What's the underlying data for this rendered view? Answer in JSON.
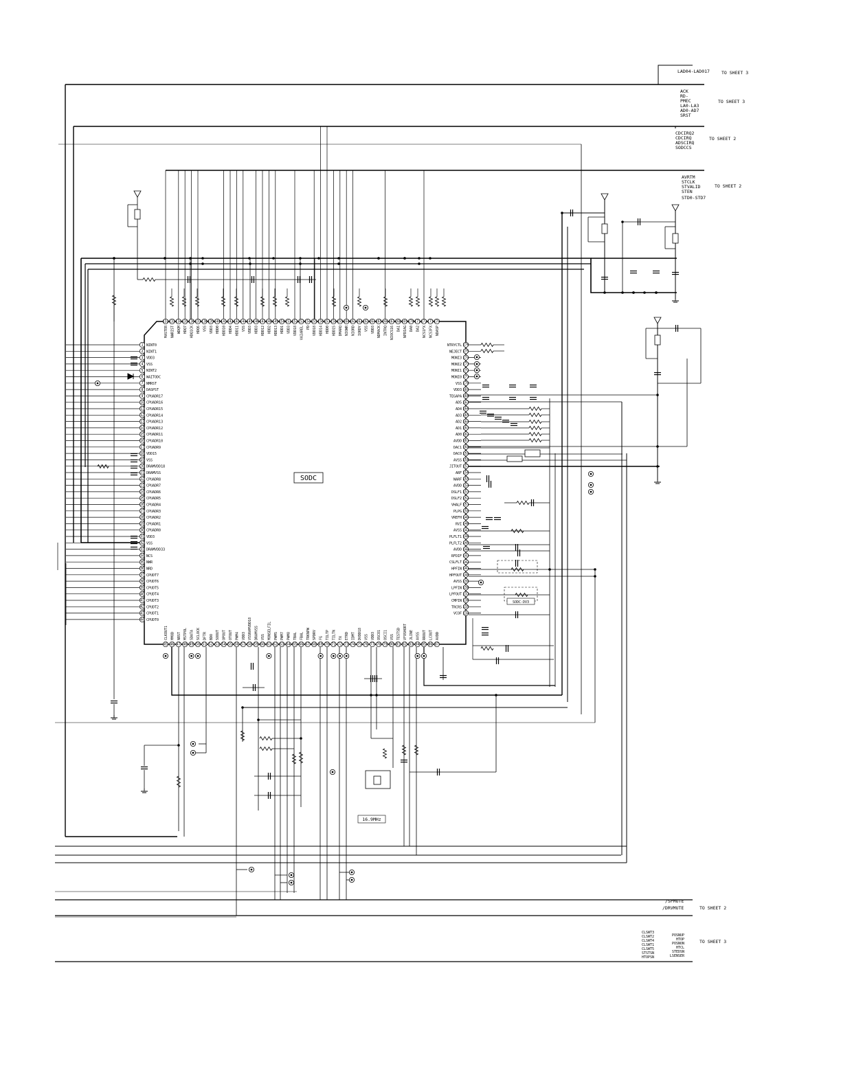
{
  "chip": {
    "label": "SODC",
    "left_pins": [
      "NINT0",
      "NINT1",
      "VDD3",
      "VSS",
      "NINT2",
      "WAITODC",
      "NMRST",
      "DASPST",
      "CPUADR17",
      "CPUADR16",
      "CPUADR15",
      "CPUADR14",
      "CPUADR13",
      "CPUADR12",
      "CPUADR11",
      "CPUADR10",
      "CPUADR9",
      "VDD15",
      "VSS",
      "DRAMVDD18",
      "DRAMVSS",
      "CPUADR8",
      "CPUADR7",
      "CPUADR6",
      "CPUADR5",
      "CPUADR4",
      "CPUADR3",
      "CPUADR2",
      "CPUADR1",
      "CPUADR0",
      "VDD3",
      "VSS",
      "DRAMVDD33",
      "NCS",
      "NWR",
      "NRD",
      "CPUDT7",
      "CPUDT6",
      "CPUDT5",
      "CPUDT4",
      "CPUDT3",
      "CPUDT2",
      "CPUDT1",
      "CPUDT0"
    ],
    "right_pins": [
      "NTRYCTL",
      "NEJECT",
      "MONI3",
      "MONI2",
      "MONI1",
      "MONI0",
      "VSS",
      "VDD3",
      "TEGAPA",
      "AD5",
      "AD4",
      "AD3",
      "AD2",
      "AD1",
      "AD0",
      "AVDD",
      "DAC1",
      "DAC0",
      "AVSS",
      "JITOUT",
      "ARF",
      "NARF",
      "AVDD",
      "DSLF1",
      "DSLF2",
      "VHALF",
      "PLPG",
      "VREFH",
      "RVI",
      "AVSS",
      "PLFLT1",
      "PLFLT2",
      "AVDD",
      "RFDIF",
      "CSLFLT",
      "HPFIN",
      "HPFOUT",
      "AVSS",
      "LPFIN",
      "LPFOUT",
      "CMPIN",
      "TRCRS",
      "VCOF"
    ],
    "top_pins": [
      "MASTER",
      "NWRIST",
      "WDQM",
      "HDQ7",
      "HDQ1CK",
      "HDQ6",
      "VSS",
      "VDD3",
      "HDD0",
      "HDD10",
      "HDD4",
      "HDD11",
      "VSS",
      "VDD3",
      "HDD3",
      "HDD12",
      "HDD2",
      "HDD13",
      "HDD1",
      "VDD3",
      "VDD18",
      "VAIAREL",
      "PD",
      "VDD18",
      "HDD14",
      "HDD0",
      "HDD15",
      "DMARQ",
      "NIOWR",
      "NIORD",
      "IORDY",
      "VSS",
      "VDD3",
      "NDMACK",
      "INTRQ",
      "NIOCS16",
      "DA1",
      "NPDIAG",
      "DA0",
      "DA2",
      "NCS1FX",
      "NCS3FX",
      "NDASP"
    ],
    "bottom_pins": [
      "CLKOUT1",
      "MMOD",
      "NRST",
      "MSTPOL",
      "SDATA",
      "SCLOCK",
      "DFTR",
      "BDO",
      "SOOUT",
      "OPOUT",
      "OTOUT",
      "PWM4",
      "VDD3",
      "VSSRAMVDD18",
      "DRAMVSS",
      "VSS",
      "MONSELFIL",
      "PWMS",
      "PWM7",
      "PWM8",
      "TBAL",
      "FBAL",
      "TRKNPW",
      "SPDRV",
      "FG",
      "TILTP",
      "TILTN",
      "TX",
      "ETRD",
      "IDMT",
      "DVDD18",
      "VSS",
      "VDD3",
      "OSCO1",
      "OSCI1",
      "VSS",
      "TESTSD",
      "VFOSHORT",
      "JLINE",
      "AVSS",
      "RROUT",
      "LCOUT",
      "AVDD"
    ]
  },
  "labels": {
    "xtal": "16.9MHz",
    "sodc_dv3": "SODC-DV3"
  },
  "buses": [
    {
      "signals": [
        "LAD04-LAD017"
      ],
      "dest": "TO SHEET 3"
    },
    {
      "signals": [
        "ACK",
        "RD-",
        "PMEC",
        "LA0-LA3",
        "AD0-AD7",
        "SRST"
      ],
      "dest": "TO SHEET 3"
    },
    {
      "signals": [
        "CDCIRQ2",
        "CDCIRQ",
        "ADSCIRQ",
        "SODCCS"
      ],
      "dest": "TO SHEET 2"
    },
    {
      "signals": [
        "AVRTM",
        "STCLK",
        "STVALID",
        "STEN",
        "STD0-STD7"
      ],
      "dest": "TO SHEET 2"
    },
    {
      "signals": [
        "/SPMUTE",
        "/DRVMUTE"
      ],
      "dest": "TO SHEET 2"
    },
    {
      "signals": [
        "CLSWT3 POSNUP",
        "CLSWT2 HTOP",
        "CLSWT4 POSNON",
        "CLSWT1 HTCL",
        "CLSWT5 STEDSN",
        "STSTSN LSENSER",
        "HTOPSN"
      ],
      "dest": "TO SHEET 3"
    }
  ],
  "bus_display": {
    "b0": {
      "sig0": "LAD04-LAD017",
      "dest": "TO SHEET 3"
    },
    "b1": {
      "sig0": "ACK",
      "sig1": "RD-",
      "sig2": "PMEC",
      "sig3": "LA0-LA3",
      "sig4": "AD0-AD7",
      "sig5": "SRST",
      "dest": "TO SHEET 3"
    },
    "b2": {
      "sig0": "CDCIRQ2",
      "sig1": "CDCIRQ",
      "sig2": "ADSCIRQ",
      "sig3": "SODCCS",
      "dest": "TO SHEET 2"
    },
    "b3": {
      "sig0": "AVRTM",
      "sig1": "STCLK",
      "sig2": "STVALID",
      "sig3": "STEN",
      "sig4": "STD0-STD7",
      "dest": "TO SHEET 2"
    },
    "b4": {
      "sig0": "/SPMUTE",
      "sig1": "/DRVMUTE",
      "dest": "TO SHEET 2"
    },
    "b5": {
      "l0": "CLSWT3",
      "l1": "CLSWT2",
      "l2": "CLSWT4",
      "l3": "CLSWT1",
      "l4": "CLSWT5",
      "l5": "STSTSN",
      "l6": "HTOPSN",
      "r0": "POSNUP",
      "r1": "HTOP",
      "r2": "POSNON",
      "r3": "HTCL",
      "r4": "STEDSN",
      "r5": "LSENSER",
      "dest": "TO SHEET 3"
    }
  }
}
